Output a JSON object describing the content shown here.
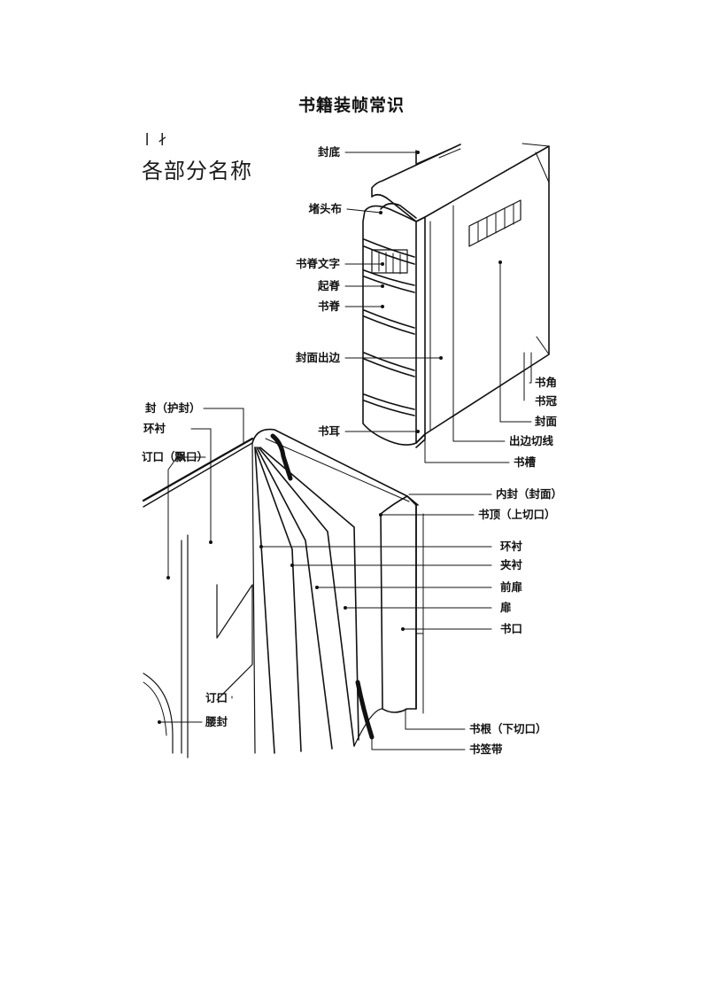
{
  "page": {
    "title": "书籍装帧常识"
  },
  "heading": {
    "text": "各部分名称"
  },
  "labels": {
    "fengdi": "封底",
    "dutoubu": "堵头布",
    "shujiwenzi": "书脊文字",
    "qiji": "起脊",
    "shuji": "书脊",
    "fengmianchubian": "封面出边",
    "shuer": "书耳",
    "shujiao": "书角",
    "shuguan": "书冠",
    "fengmian": "封面",
    "chubianqiexian": "出边切线",
    "shucao": "书槽",
    "fengfeng": "封（护封）",
    "huanchen_left": "环衬",
    "dingkou_piao": "订口（飘口）",
    "dingkou": "订口",
    "yaofeng": "腰封",
    "neifeng": "内封（封面）",
    "shuding": "书顶（上切口）",
    "huanchen": "环衬",
    "jiachen": "夹衬",
    "qianfei": "前扉",
    "fei": "扉",
    "shukou": "书口",
    "shugen": "书根（下切口）",
    "shuqiandai": "书签带"
  }
}
